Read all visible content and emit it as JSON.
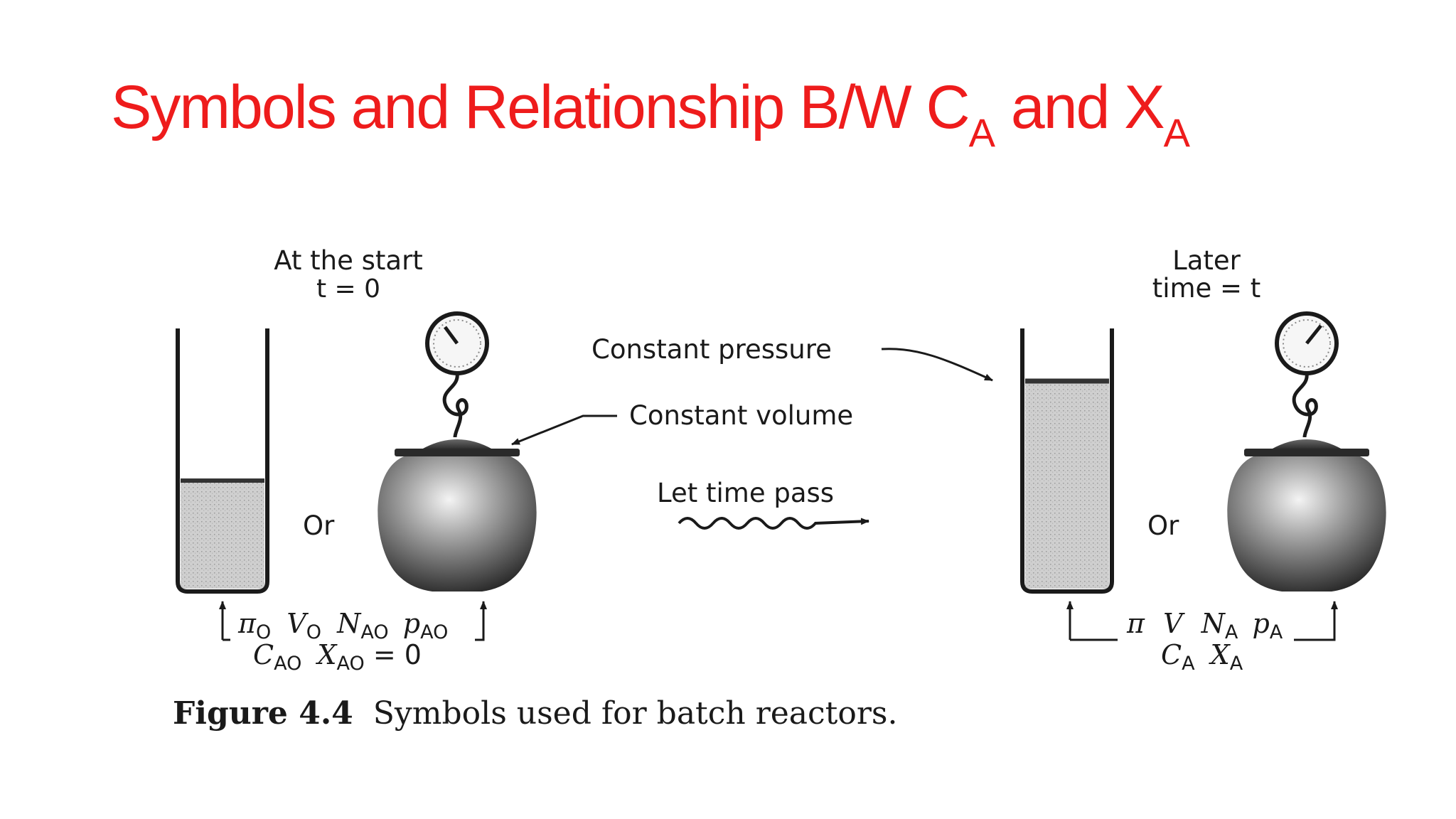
{
  "slide": {
    "title_main": "Symbols and Relationship B/W C",
    "title_sub1": "A",
    "title_mid": " and X",
    "title_sub2": "A"
  },
  "figure": {
    "start_label_1": "At the start",
    "start_label_2": "t = 0",
    "later_label_1": "Later",
    "later_label_2": "time = t",
    "constant_pressure": "Constant pressure",
    "constant_volume": "Constant volume",
    "let_time_pass": "Let time pass",
    "or_left": "Or",
    "or_right": "Or",
    "initial_vars": {
      "pi": "π",
      "pi_sub": "O",
      "v": "V",
      "v_sub": "O",
      "n": "N",
      "n_sub": "AO",
      "p": "p",
      "p_sub": "AO",
      "c": "C",
      "c_sub": "AO",
      "x": "X",
      "x_sub": "AO",
      "x_eq": " = 0"
    },
    "later_vars": {
      "pi": "π",
      "v": "V",
      "n": "N",
      "n_sub": "A",
      "p": "p",
      "p_sub": "A",
      "c": "C",
      "c_sub": "A",
      "x": "X",
      "x_sub": "A"
    },
    "caption_bold": "Figure 4.4",
    "caption_text": "  Symbols used for batch reactors."
  }
}
